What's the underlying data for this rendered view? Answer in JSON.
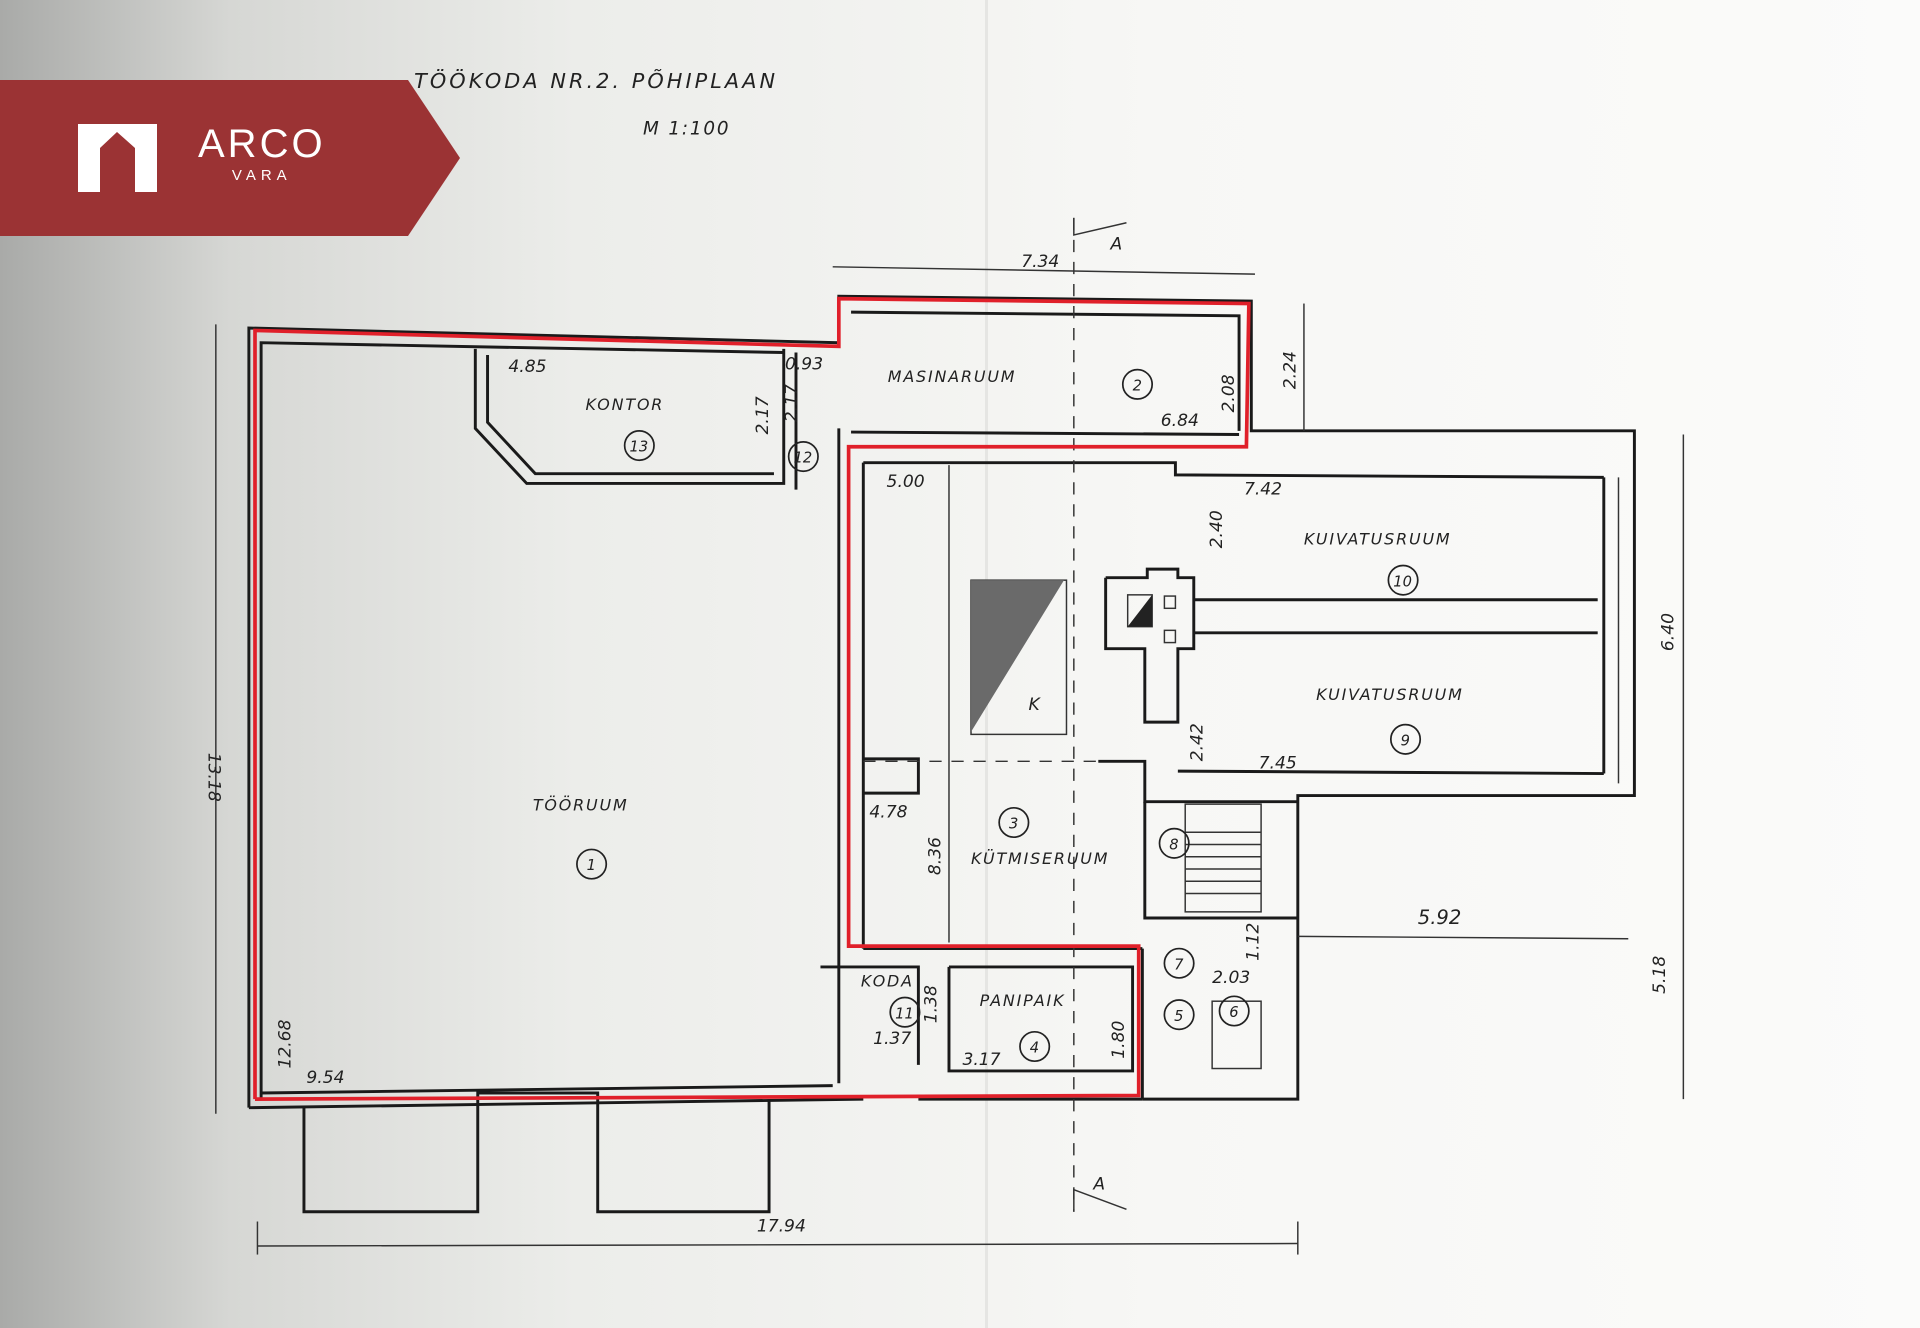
{
  "title": "TÖÖKODA NR.2. PÕHIPLAAN",
  "scale": "M 1:100",
  "logo": {
    "name": "ARCO",
    "sub": "VARA",
    "color": "#9b3334"
  },
  "highlight_color": "#e0202a",
  "section_marks": [
    "A",
    "A"
  ],
  "rooms": [
    {
      "name": "TÖÖRUUM",
      "number": "1"
    },
    {
      "name": "MASINARUUM",
      "number": "2"
    },
    {
      "name": "KÜTMISERUUM",
      "number": "3"
    },
    {
      "name": "PANIPAIK",
      "number": "4"
    },
    {
      "name": "",
      "number": "5"
    },
    {
      "name": "",
      "number": "6"
    },
    {
      "name": "",
      "number": "7"
    },
    {
      "name": "",
      "number": "8"
    },
    {
      "name": "KUIVATUSRUUM",
      "number": "9"
    },
    {
      "name": "KUIVATUSRUUM",
      "number": "10"
    },
    {
      "name": "KODA",
      "number": "11"
    },
    {
      "name": "",
      "number": "12"
    },
    {
      "name": "KONTOR",
      "number": "13"
    }
  ],
  "chimney_label": "K",
  "dimensions": [
    "7.34",
    "2.24",
    "13.18",
    "12.68",
    "9.54",
    "4.85",
    "0.93",
    "2.17",
    "2.17",
    "2.08",
    "6.84",
    "5.00",
    "7.42",
    "2.40",
    "6.40",
    "2.42",
    "7.45",
    "4.78",
    "8.36",
    "5.92",
    "5.18",
    "1.12",
    "2.03",
    "1.38",
    "1.37",
    "3.17",
    "1.80",
    "17.94"
  ]
}
